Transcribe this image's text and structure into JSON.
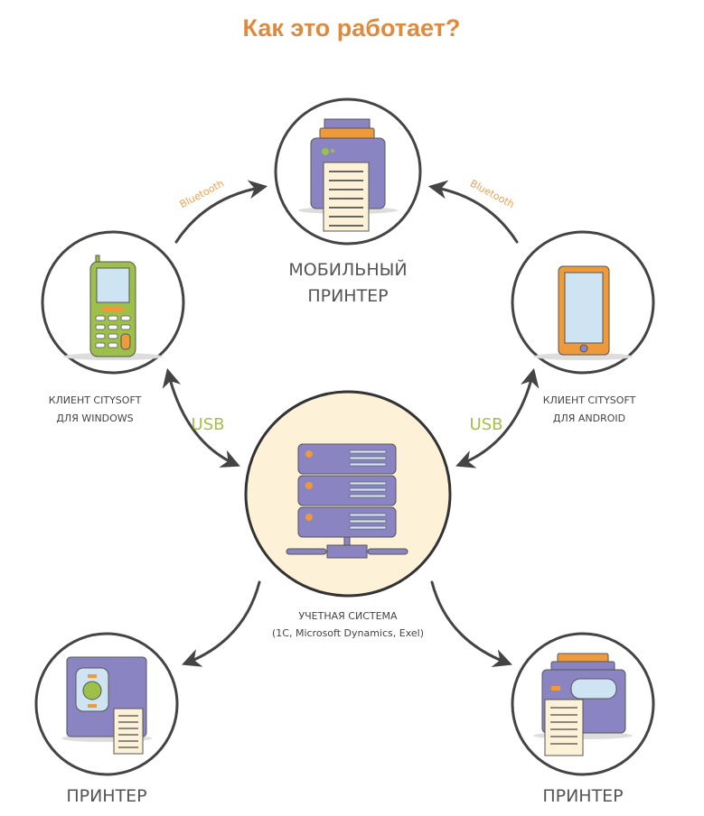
{
  "title": "Как это работает?",
  "nodes": {
    "mobile_printer": {
      "line1": "МОБИЛЬНЫЙ",
      "line2": "ПРИНТЕР"
    },
    "windows_client": {
      "line1": "КЛИЕНТ CITYSOFT",
      "line2": "ДЛЯ WINDOWS"
    },
    "android_client": {
      "line1": "КЛИЕНТ CITYSOFT",
      "line2": "ДЛЯ ANDROID"
    },
    "accounting": {
      "line1": "УЧЕТНАЯ СИСТЕМА",
      "line2": "(1C, Microsoft Dynamics, Exel)"
    },
    "printer_left": {
      "label": "ПРИНТЕР"
    },
    "printer_right": {
      "label": "ПРИНТЕР"
    }
  },
  "connections": {
    "bluetooth_left": "Bluetooth",
    "bluetooth_right": "Bluetooth",
    "usb_left": "USB",
    "usb_right": "USB"
  },
  "colors": {
    "title": "#e08a3c",
    "usb": "#a3c14a",
    "bluetooth": "#f0a050",
    "purple": "#8b84c2",
    "orange": "#ee9a3a",
    "green": "#9cc04a",
    "cream": "#fdf1d8"
  }
}
